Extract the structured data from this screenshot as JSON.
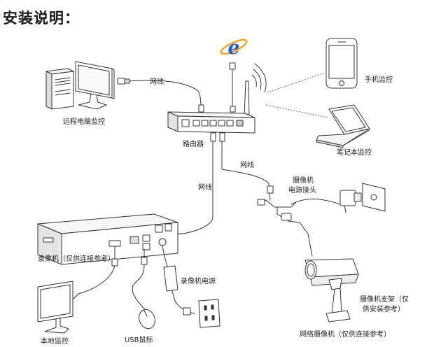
{
  "title": "安装说明：",
  "labels": {
    "remote_pc": "远程电脑监控",
    "cable_top": "网线",
    "router": "路由器",
    "phone": "手机监控",
    "laptop": "笔记本监控",
    "cable_right": "网线",
    "camera_power_connector_line1": "摄像机",
    "camera_power_connector_line2": "电源接头",
    "cable_left": "网线",
    "nvr": "录像机（仅供连接参考）",
    "nvr_power": "录像机电源",
    "local_monitor": "本地监控",
    "usb_mouse": "USB鼠标",
    "camera_bracket_line1": "摄像机支架（仅",
    "camera_bracket_line2": "供安装参考）",
    "network_camera": "网络摄像机（仅供连接参考）"
  },
  "colors": {
    "line": "#333333",
    "ie_blue": "#1f5fd6",
    "ie_orange": "#f5a623"
  },
  "icons": [
    "ie-logo-icon",
    "wifi-signal-icon"
  ]
}
